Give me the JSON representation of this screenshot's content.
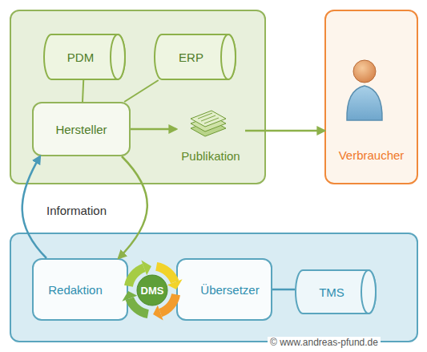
{
  "diagram": {
    "nodes": [
      {
        "text": []
      },
      {
        "text": [
          "PDM"
        ],
        "in": 0
      },
      {
        "text": [
          "ERP"
        ],
        "in": 0
      },
      {
        "text": [
          "Hersteller"
        ],
        "in": 0
      },
      {
        "text": [
          "Publikation"
        ],
        "in": 0
      },
      {
        "text": [
          "Verbraucher"
        ]
      },
      {
        "text": []
      },
      {
        "text": [
          "Redaktion"
        ],
        "in": 6
      },
      {
        "text": [
          "DMS"
        ],
        "in": 6
      },
      {
        "text": [
          "Übersetzer"
        ],
        "in": 6
      },
      {
        "text": [
          "TMS"
        ],
        "in": 6
      }
    ],
    "edges": [
      {
        "from": 1,
        "to": 3,
        "arrow": "none"
      },
      {
        "from": 2,
        "to": 3,
        "arrow": "none"
      },
      {
        "from": 3,
        "to": 4,
        "arrow": "to"
      },
      {
        "from": 4,
        "to": 5,
        "arrow": "to"
      },
      {
        "from": 7,
        "to": 3,
        "arrow": "to"
      },
      {
        "from": 3,
        "to": 7,
        "arrow": "to"
      },
      {
        "from": 9,
        "to": 10,
        "arrow": "none"
      }
    ],
    "labels": [
      "Information",
      "© www.andreas-pfund.de"
    ]
  }
}
